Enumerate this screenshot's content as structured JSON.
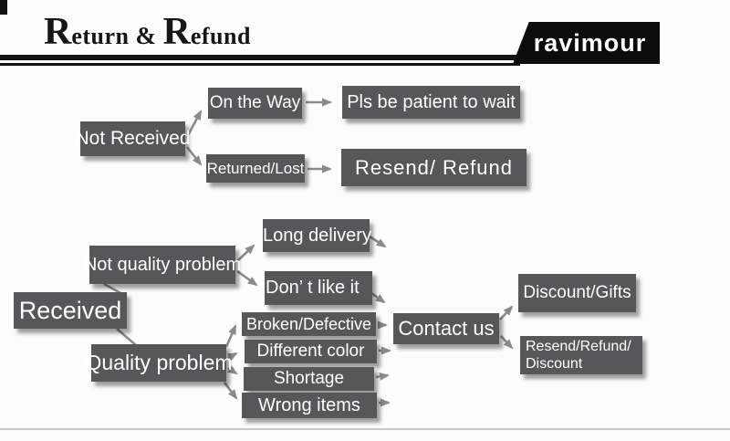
{
  "header": {
    "title": {
      "r1": "R",
      "rest1": "eturn",
      "amp": "&",
      "r2": "R",
      "rest2": "efund"
    },
    "brand": "ravimour"
  },
  "flowchart": {
    "nodes": {
      "not_received": "Not Received",
      "on_the_way": "On the Way",
      "pls_wait": "Pls be patient to wait",
      "returned_lost": "Returned/Lost",
      "resend_refund": "Resend/ Refund",
      "received": "Received",
      "not_quality": "Not quality problem",
      "long_delivery": "Long delivery",
      "dont_like": "Don’ t like it",
      "quality": "Quality problem",
      "broken": "Broken/Defective",
      "different_color": "Different color",
      "shortage": "Shortage",
      "wrong_items": "Wrong items",
      "contact_us": "Contact us",
      "resend_refund_discount": [
        "Resend/Refund/",
        "Discount"
      ],
      "discount_gifts": "Discount/Gifts"
    },
    "edges": [
      {
        "from": "not_received",
        "to": "on_the_way"
      },
      {
        "from": "not_received",
        "to": "returned_lost"
      },
      {
        "from": "on_the_way",
        "to": "pls_wait"
      },
      {
        "from": "returned_lost",
        "to": "resend_refund"
      },
      {
        "from": "received",
        "to": "not_quality"
      },
      {
        "from": "received",
        "to": "quality"
      },
      {
        "from": "not_quality",
        "to": "long_delivery"
      },
      {
        "from": "not_quality",
        "to": "dont_like"
      },
      {
        "from": "long_delivery",
        "to": "contact_us"
      },
      {
        "from": "dont_like",
        "to": "contact_us"
      },
      {
        "from": "quality",
        "to": "broken"
      },
      {
        "from": "quality",
        "to": "different_color"
      },
      {
        "from": "quality",
        "to": "shortage"
      },
      {
        "from": "quality",
        "to": "wrong_items"
      },
      {
        "from": "broken",
        "to": "contact_us"
      },
      {
        "from": "different_color",
        "to": "contact_us"
      },
      {
        "from": "shortage",
        "to": "contact_us"
      },
      {
        "from": "wrong_items",
        "to": "contact_us"
      },
      {
        "from": "contact_us",
        "to": "discount_gifts"
      },
      {
        "from": "contact_us",
        "to": "resend_refund_discount"
      }
    ],
    "colors": {
      "node_bg": "#57575a",
      "arrow": "#8a8a8a",
      "header_black": "#121212",
      "background": "#fcfcfc"
    }
  }
}
